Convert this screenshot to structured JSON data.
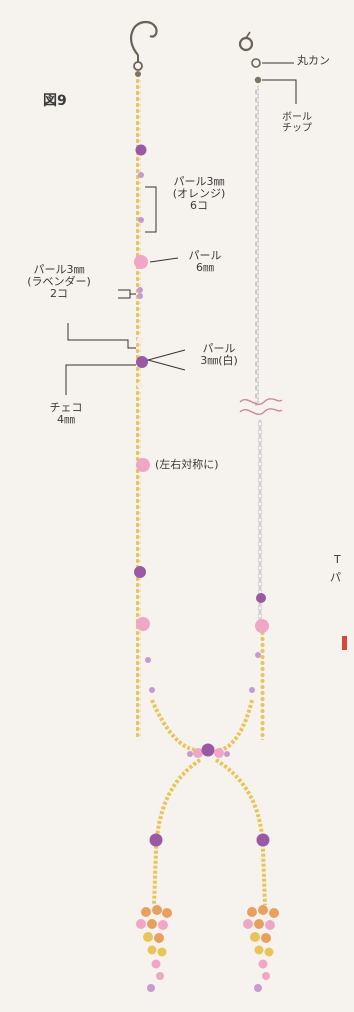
{
  "figure_label": "図9",
  "labels": {
    "maru_kan": "丸カン",
    "ball_chip_line1": "ボール",
    "ball_chip_line2": "チップ",
    "pearl_orange_line1": "パール3㎜",
    "pearl_orange_line2": "(オレンジ)",
    "pearl_orange_line3": "6コ",
    "pearl6_line1": "パール",
    "pearl6_line2": "6㎜",
    "pearl_lavender_line1": "パール3㎜",
    "pearl_lavender_line2": "(ラベンダー)",
    "pearl_lavender_line3": "2コ",
    "pearl_white_line1": "パール",
    "pearl_white_line2": "3㎜(白)",
    "czech_line1": "チェコ",
    "czech_line2": "4㎜",
    "symmetry": "(左右対称に)",
    "cut_right_1": "T",
    "cut_right_2": "パ"
  },
  "colors": {
    "background": "#f6f3ee",
    "gold_strand": "#e9c45a",
    "pink_bead": "#f0a6c6",
    "purple_bead": "#9a5aa3",
    "lavender": "#c79ad0",
    "metal": "#6b6256",
    "chain_grey": "#bdb4c4",
    "ink": "#3a3a3a",
    "orange_bead": "#e8a060",
    "red_mark": "#d8483a"
  }
}
